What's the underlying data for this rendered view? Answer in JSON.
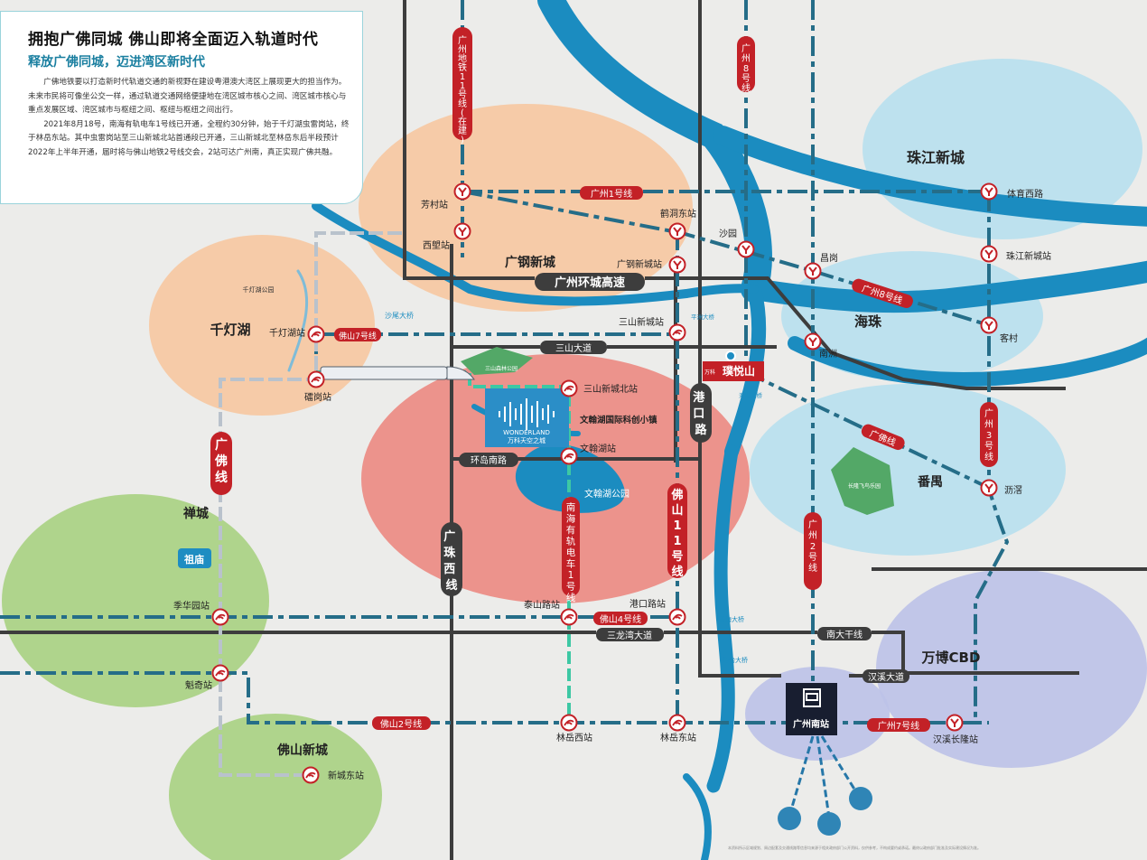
{
  "header": {
    "title": "拥抱广佛同城 佛山即将全面迈入轨道时代",
    "subtitle": "释放广佛同城，迈进湾区新时代",
    "paragraphs": [
      "广佛地铁要以打造新时代轨道交通的新视野在建设粤港澳大湾区上展现更大的担当作为。未来市民将可像坐公交一样，通过轨道交通网络便捷地在湾区城市核心之间、湾区城市核心与重点发展区域、湾区城市与枢纽之间、枢纽与枢纽之间出行。",
      "2021年8月18号，南海有轨电车1号线已开通，全程约30分钟，始于千灯湖虫雷岗站，终于林岳东站。其中虫雷岗站至三山新城北站首通段已开通，三山新城北至林岳东后半段预计2022年上半年开通，届时将与佛山地铁2号线交会，2站可达广州南，真正实现广佛共融。"
    ]
  },
  "districts": [
    {
      "name": "珠江新城"
    },
    {
      "name": "广钢新城"
    },
    {
      "name": "千灯湖"
    },
    {
      "name": "海珠"
    },
    {
      "name": "番禺"
    },
    {
      "name": "禅城"
    },
    {
      "name": "万博CBD"
    },
    {
      "name": "佛山新城"
    }
  ],
  "roads": [
    {
      "name": "广州环城高速"
    },
    {
      "name": "三山大道"
    },
    {
      "name": "环岛南路"
    },
    {
      "name": "港口路"
    },
    {
      "name": "广珠西线"
    },
    {
      "name": "三龙湾大道"
    },
    {
      "name": "南大干线"
    },
    {
      "name": "汉溪大道"
    }
  ],
  "lines": [
    {
      "name": "广州地铁11号线(在建)"
    },
    {
      "name": "广州8号线"
    },
    {
      "name": "广州1号线"
    },
    {
      "name": "广州8号线"
    },
    {
      "name": "佛山7号线"
    },
    {
      "name": "广佛线"
    },
    {
      "name": "广佛线"
    },
    {
      "name": "佛山11号线"
    },
    {
      "name": "南海有轨电车1号线"
    },
    {
      "name": "广州2号线"
    },
    {
      "name": "广州3号线"
    },
    {
      "name": "佛山4号线"
    },
    {
      "name": "佛山2号线"
    },
    {
      "name": "广州7号线"
    }
  ],
  "stations": [
    {
      "name": "芳村站"
    },
    {
      "name": "西塱站"
    },
    {
      "name": "鹤洞东站"
    },
    {
      "name": "沙园"
    },
    {
      "name": "广钢新城站"
    },
    {
      "name": "三山新城站"
    },
    {
      "name": "千灯湖站"
    },
    {
      "name": "礌岗站"
    },
    {
      "name": "三山新城北站"
    },
    {
      "name": "文翰湖站"
    },
    {
      "name": "泰山路站"
    },
    {
      "name": "港口路站"
    },
    {
      "name": "季华园站"
    },
    {
      "name": "魁奇站"
    },
    {
      "name": "林岳西站"
    },
    {
      "name": "林岳东站"
    },
    {
      "name": "新城东站"
    },
    {
      "name": "体育西路"
    },
    {
      "name": "珠江新城站"
    },
    {
      "name": "昌岗"
    },
    {
      "name": "客村"
    },
    {
      "name": "南洲"
    },
    {
      "name": "沥滘"
    },
    {
      "name": "汉溪长隆站"
    },
    {
      "name": "广州南站"
    }
  ],
  "landmarks": [
    {
      "name": "沙尾大桥"
    },
    {
      "name": "三山森林公园"
    },
    {
      "name": "千灯湖公园"
    },
    {
      "name": "平洲大桥"
    },
    {
      "name": "海港大桥"
    },
    {
      "name": "香海大桥"
    },
    {
      "name": "海怡大桥"
    },
    {
      "name": "长隆飞鸟乐园"
    },
    {
      "name": "文翰湖公园"
    },
    {
      "name": "文翰湖国际科创小镇"
    },
    {
      "name": "祖庙"
    }
  ],
  "project": {
    "brand": "万科",
    "name": "璞悦山",
    "wonderland_en": "WONDERLAND",
    "wonderland_cn": "万科天空之城"
  },
  "disclaimer": "本资料所示区域规划、周边配套及交通线路等信息均来源于相关政府部门公开资料，仅供参考，不构成要约或承诺。最终以政府部门批准及实际建设情况为准。",
  "colors": {
    "background": "#ececea",
    "water": "#1b8cc0",
    "metro_blue": "#256d88",
    "metro_red": "#c32127",
    "highway": "#3d3d3d",
    "tram": "#3dc8a4",
    "district_orange": "#f7c8a1",
    "district_green": "#a8d282",
    "district_lightblue": "#b8e0ee",
    "district_purple": "#bcc2e8",
    "district_red": "#ec8a82"
  }
}
